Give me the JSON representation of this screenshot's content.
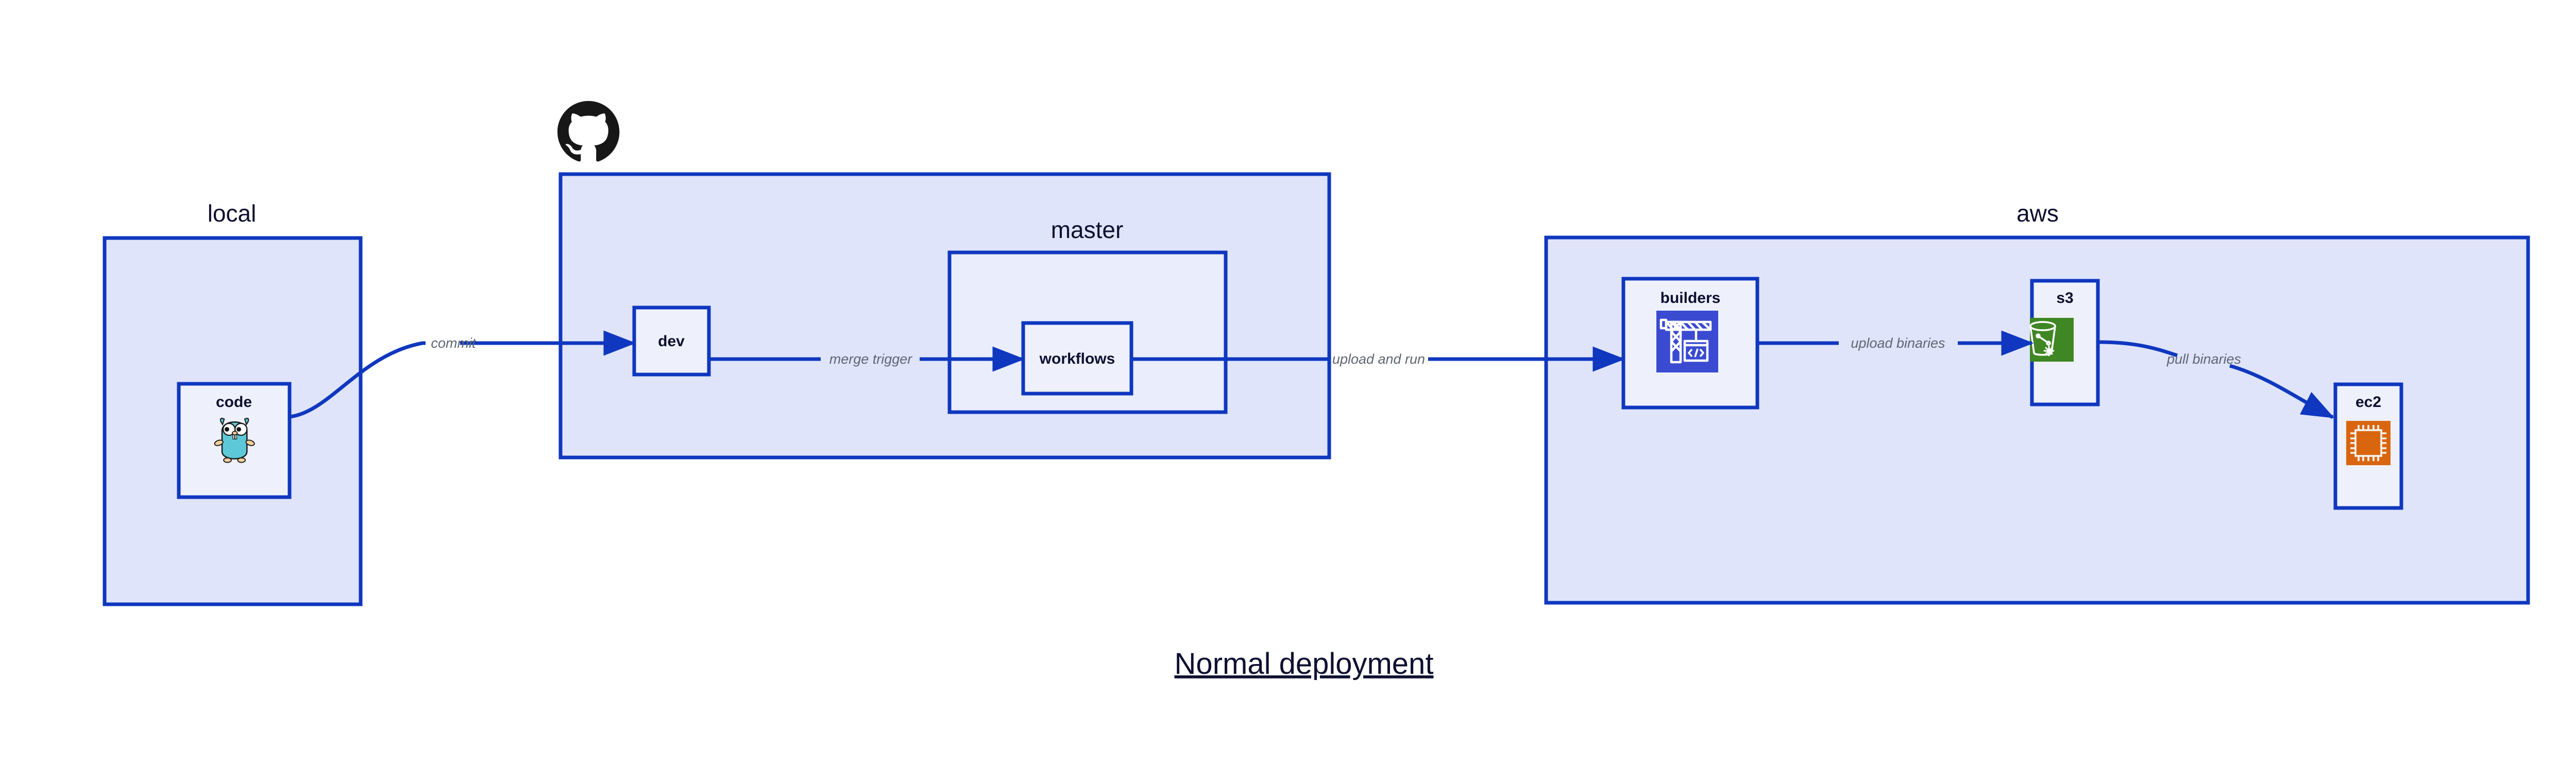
{
  "diagram": {
    "title": "Normal deployment",
    "groups": [
      {
        "id": "local",
        "label": "local",
        "nodes": [
          {
            "id": "code",
            "label": "code",
            "icon": "go-gopher-icon"
          }
        ]
      },
      {
        "id": "github",
        "label": "github",
        "logo": "github-octocat-icon",
        "nodes": [
          {
            "id": "dev",
            "label": "dev",
            "icon": "none"
          }
        ],
        "subgroups": [
          {
            "id": "master",
            "label": "master",
            "nodes": [
              {
                "id": "workflows",
                "label": "workflows",
                "icon": "none"
              }
            ]
          }
        ]
      },
      {
        "id": "aws",
        "label": "aws",
        "nodes": [
          {
            "id": "builders",
            "label": "builders",
            "icon": "crane-code-icon"
          },
          {
            "id": "s3",
            "label": "s3",
            "icon": "s3-bucket-icon"
          },
          {
            "id": "ec2",
            "label": "ec2",
            "icon": "cpu-chip-icon"
          }
        ]
      }
    ],
    "edges": [
      {
        "id": "code-to-dev",
        "from": "code",
        "to": "dev",
        "label": "commit"
      },
      {
        "id": "dev-to-workflows",
        "from": "dev",
        "to": "workflows",
        "label": "merge trigger"
      },
      {
        "id": "workflows-to-builders",
        "from": "workflows",
        "to": "builders",
        "label": "upload and run"
      },
      {
        "id": "builders-to-s3",
        "from": "builders",
        "to": "s3",
        "label": "upload binaries"
      },
      {
        "id": "s3-to-ec2",
        "from": "s3",
        "to": "ec2",
        "label": "pull binaries"
      }
    ],
    "colors": {
      "group_fill": "#dfe4fa",
      "node_fill": "#eef1fc",
      "border": "#0f37bf",
      "edge_label": "#5f6673",
      "text": "#0d1030",
      "builders_icon": "#3a4bd1",
      "s3_icon": "#3f8624",
      "ec2_icon": "#d9660f",
      "gopher": "#5dc9d8",
      "octocat": "#181717"
    }
  }
}
